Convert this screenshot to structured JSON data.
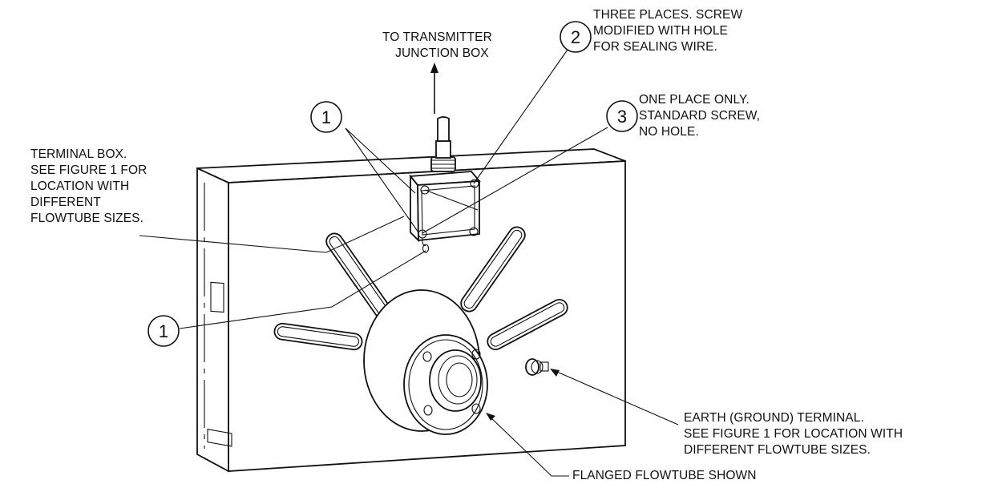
{
  "labels": {
    "transmitter_line1": "TO TRANSMITTER",
    "transmitter_line2": "JUNCTION BOX",
    "three_places_line1": "THREE PLACES. SCREW",
    "three_places_line2": "MODIFIED WITH HOLE",
    "three_places_line3": "FOR SEALING WIRE.",
    "one_place_line1": "ONE PLACE ONLY.",
    "one_place_line2": "STANDARD SCREW,",
    "one_place_line3": "NO HOLE.",
    "terminal_box_line1": "TERMINAL BOX.",
    "terminal_box_line2": "SEE FIGURE 1 FOR",
    "terminal_box_line3": "LOCATION WITH",
    "terminal_box_line4": "DIFFERENT",
    "terminal_box_line5": "FLOWTUBE SIZES.",
    "earth_line1": "EARTH (GROUND) TERMINAL.",
    "earth_line2": "SEE FIGURE 1 FOR LOCATION WITH",
    "earth_line3": "DIFFERENT FLOWTUBE SIZES.",
    "flanged": "FLANGED FLOWTUBE SHOWN"
  },
  "callouts": {
    "c1_top": "1",
    "c1_bottom": "1",
    "c2": "2",
    "c3": "3"
  },
  "colors": {
    "line": "#111111",
    "background": "#ffffff"
  }
}
